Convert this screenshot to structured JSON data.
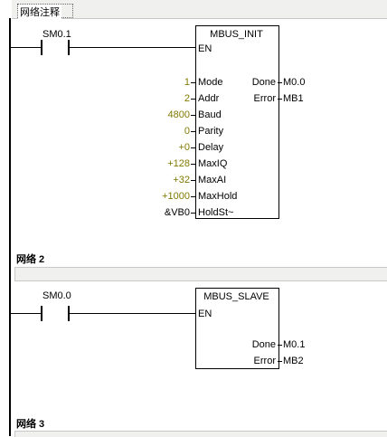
{
  "net1": {
    "comment": "网络注释",
    "contact": "SM0.1",
    "block": {
      "title": "MBUS_INIT",
      "en": "EN",
      "inputs": [
        {
          "pin": "Mode",
          "value": "1"
        },
        {
          "pin": "Addr",
          "value": "2"
        },
        {
          "pin": "Baud",
          "value": "4800"
        },
        {
          "pin": "Parity",
          "value": "0"
        },
        {
          "pin": "Delay",
          "value": "+0"
        },
        {
          "pin": "MaxIQ",
          "value": "+128"
        },
        {
          "pin": "MaxAI",
          "value": "+32"
        },
        {
          "pin": "MaxHold",
          "value": "+1000"
        },
        {
          "pin": "HoldSt~",
          "value": "&VB0"
        }
      ],
      "outputs": [
        {
          "pin": "Done",
          "value": "M0.0"
        },
        {
          "pin": "Error",
          "value": "MB1"
        }
      ]
    }
  },
  "net2": {
    "title": "网络 2",
    "contact": "SM0.0",
    "block": {
      "title": "MBUS_SLAVE",
      "en": "EN",
      "outputs": [
        {
          "pin": "Done",
          "value": "M0.1"
        },
        {
          "pin": "Error",
          "value": "MB2"
        }
      ]
    }
  },
  "net3": {
    "title": "网络 3"
  }
}
